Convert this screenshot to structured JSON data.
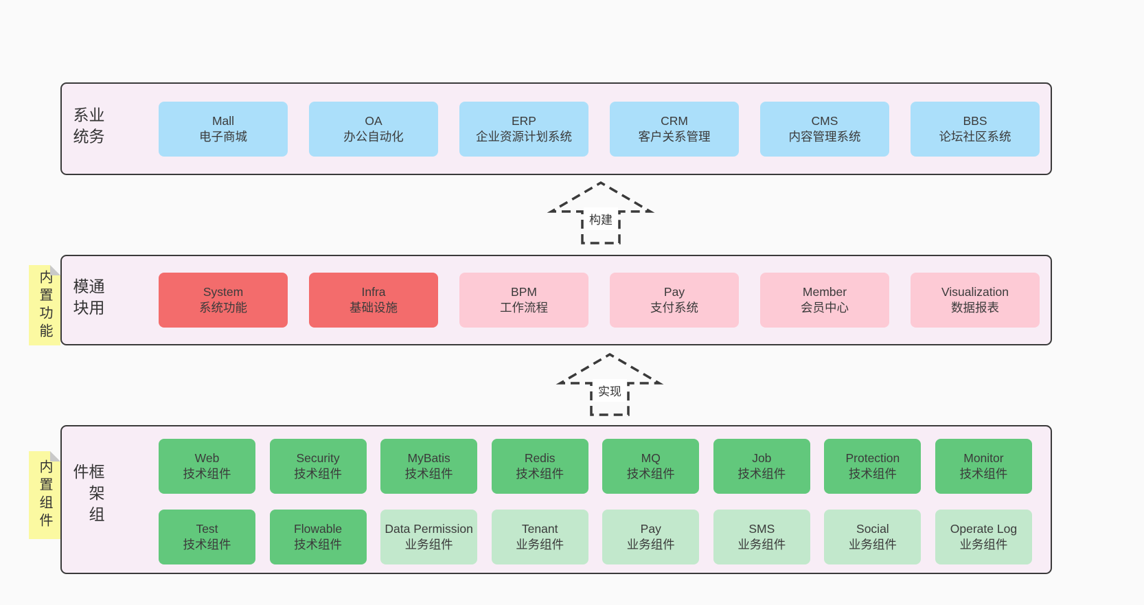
{
  "colors": {
    "page_bg": "#fafafa",
    "section_bg": "#f8edf6",
    "section_border": "#3a3a3a",
    "box_blue": "#abdffa",
    "box_red": "#f36c6c",
    "box_pink": "#fdcad5",
    "box_green": "#62c87c",
    "box_light_green": "#c2e8cc",
    "note_yellow": "#fbf9a1",
    "text": "#3b3b3b"
  },
  "sections": {
    "business": {
      "label": "业务系统",
      "boxes": [
        {
          "name": "Mall",
          "desc": "电子商城"
        },
        {
          "name": "OA",
          "desc": "办公自动化"
        },
        {
          "name": "ERP",
          "desc": "企业资源计划系统"
        },
        {
          "name": "CRM",
          "desc": "客户关系管理"
        },
        {
          "name": "CMS",
          "desc": "内容管理系统"
        },
        {
          "name": "BBS",
          "desc": "论坛社区系统"
        }
      ]
    },
    "modules": {
      "label": "通用模块",
      "note": "内置功能",
      "boxes": [
        {
          "name": "System",
          "desc": "系统功能"
        },
        {
          "name": "Infra",
          "desc": "基础设施"
        },
        {
          "name": "BPM",
          "desc": "工作流程"
        },
        {
          "name": "Pay",
          "desc": "支付系统"
        },
        {
          "name": "Member",
          "desc": "会员中心"
        },
        {
          "name": "Visualization",
          "desc": "数据报表"
        }
      ]
    },
    "components": {
      "label": "框架组件",
      "note": "内置组件",
      "row1": [
        {
          "name": "Web",
          "desc": "技术组件"
        },
        {
          "name": "Security",
          "desc": "技术组件"
        },
        {
          "name": "MyBatis",
          "desc": "技术组件"
        },
        {
          "name": "Redis",
          "desc": "技术组件"
        },
        {
          "name": "MQ",
          "desc": "技术组件"
        },
        {
          "name": "Job",
          "desc": "技术组件"
        },
        {
          "name": "Protection",
          "desc": "技术组件"
        },
        {
          "name": "Monitor",
          "desc": "技术组件"
        }
      ],
      "row2": [
        {
          "name": "Test",
          "desc": "技术组件"
        },
        {
          "name": "Flowable",
          "desc": "技术组件"
        },
        {
          "name": "Data Permission",
          "desc": "业务组件"
        },
        {
          "name": "Tenant",
          "desc": "业务组件"
        },
        {
          "name": "Pay",
          "desc": "业务组件"
        },
        {
          "name": "SMS",
          "desc": "业务组件"
        },
        {
          "name": "Social",
          "desc": "业务组件"
        },
        {
          "name": "Operate Log",
          "desc": "业务组件"
        }
      ]
    }
  },
  "arrows": [
    {
      "label": "构建"
    },
    {
      "label": "实现"
    }
  ]
}
